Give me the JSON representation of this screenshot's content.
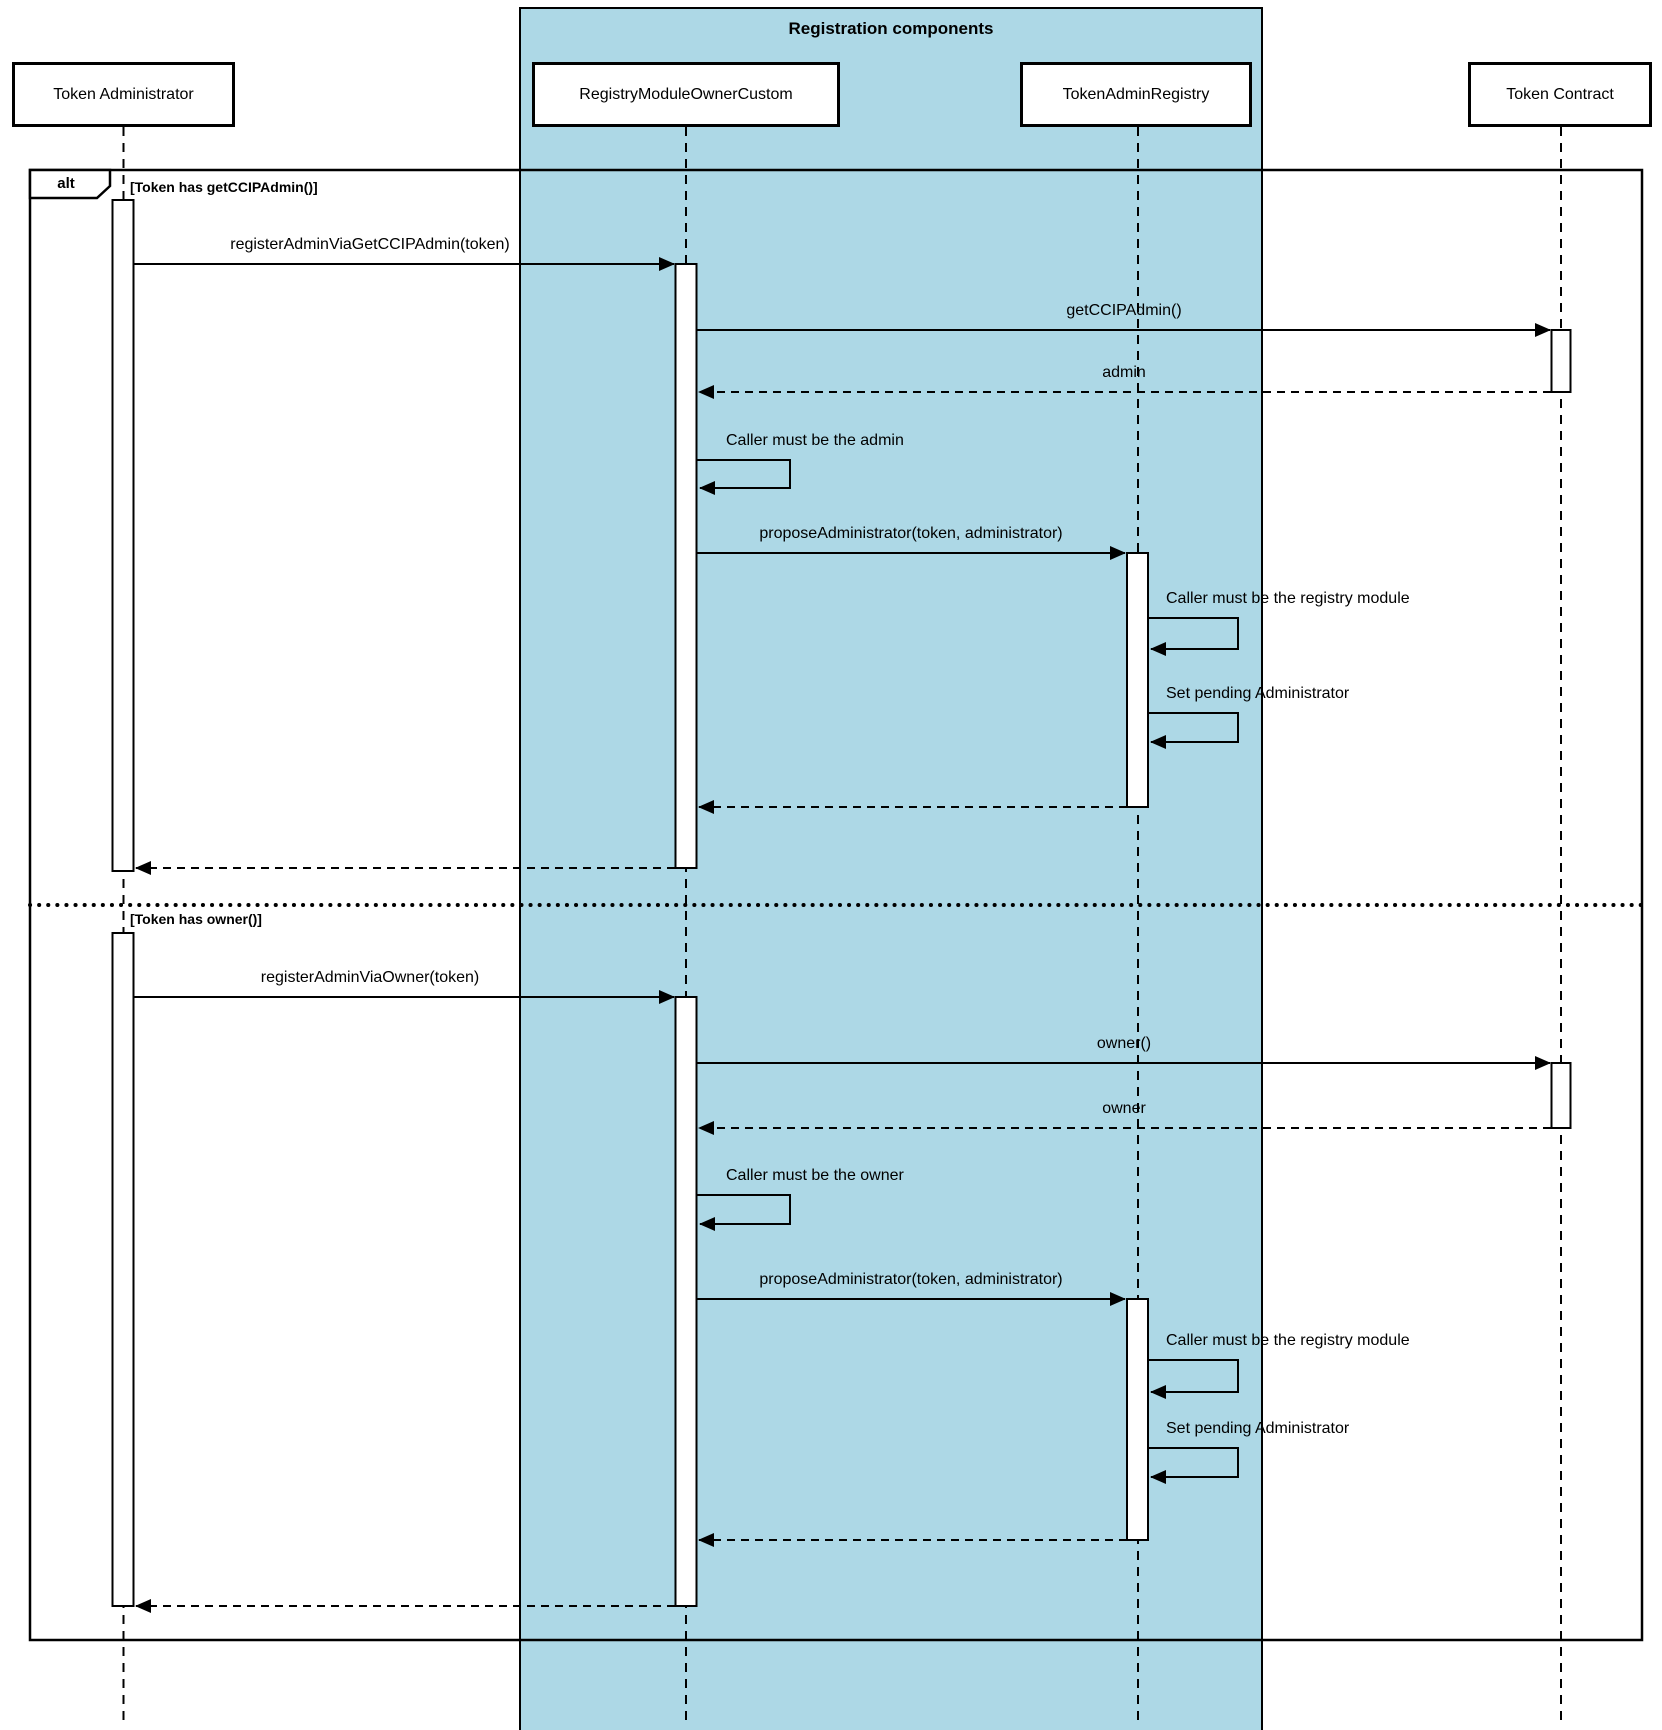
{
  "diagram": {
    "group_title": "Registration components",
    "frame": {
      "operator": "alt",
      "condition1": "[Token has getCCIPAdmin()]",
      "condition2": "[Token has owner()]"
    },
    "participants": [
      {
        "name": "Token Administrator"
      },
      {
        "name": "RegistryModuleOwnerCustom"
      },
      {
        "name": "TokenAdminRegistry"
      },
      {
        "name": "Token Contract"
      }
    ],
    "branch1": {
      "msg_register": "registerAdminViaGetCCIPAdmin(token)",
      "msg_get_ccip_admin": "getCCIPAdmin()",
      "msg_admin_return": "admin",
      "msg_caller_admin": "Caller must be the admin",
      "msg_propose": "proposeAdministrator(token, administrator)",
      "msg_caller_registry": "Caller must be the registry module",
      "msg_set_pending": "Set pending Administrator"
    },
    "branch2": {
      "msg_register": "registerAdminViaOwner(token)",
      "msg_owner_call": "owner()",
      "msg_owner_return": "owner",
      "msg_caller_owner": "Caller must be the owner",
      "msg_propose": "proposeAdministrator(token, administrator)",
      "msg_caller_registry": "Caller must be the registry module",
      "msg_set_pending": "Set pending Administrator"
    },
    "colors": {
      "group_fill": "#add8e6",
      "line": "#000000",
      "background": "#ffffff"
    }
  }
}
